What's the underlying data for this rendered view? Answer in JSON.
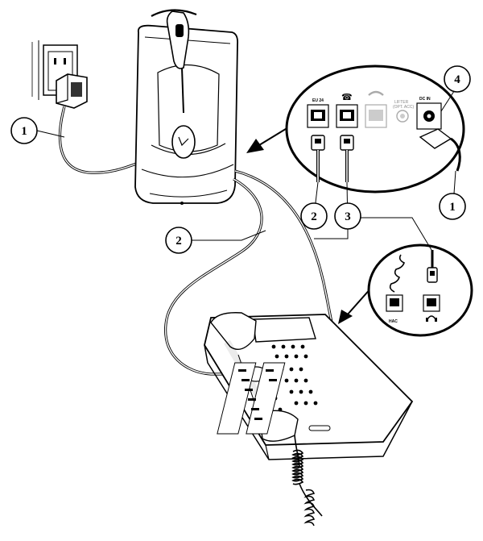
{
  "callouts": {
    "power_left": "1",
    "telephone_cable": "2",
    "phone_port_cable": "2",
    "handset_cord": "3",
    "power_right": "1",
    "dc_power": "4"
  },
  "base_ports": {
    "eu24": "EU 24",
    "phone_icon": "☎",
    "lifter": "LIFTER",
    "lifter_opt": "(OPT. ACC)",
    "dc_in": "DC IN"
  },
  "phone_ports": {
    "hac": "HAC",
    "headset_icon": "headset-icon"
  }
}
